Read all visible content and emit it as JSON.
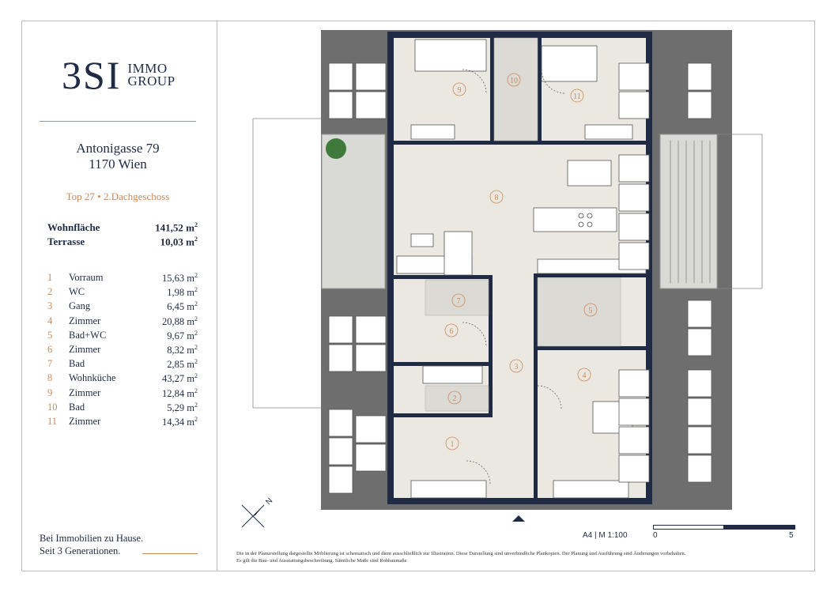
{
  "logo": {
    "main": "3SI",
    "sub_line1": "IMMO",
    "sub_line2": "GROUP"
  },
  "address": {
    "street": "Antonigasse 79",
    "city": "1170 Wien"
  },
  "unit": "Top 27 • 2.Dachgeschoss",
  "areas": [
    {
      "label": "Wohnfläche",
      "value": "141,52 m",
      "unit_sup": "2"
    },
    {
      "label": "Terrasse",
      "value": "10,03 m",
      "unit_sup": "2"
    }
  ],
  "rooms": [
    {
      "no": "1",
      "name": "Vorraum",
      "area": "15,63 m"
    },
    {
      "no": "2",
      "name": "WC",
      "area": "1,98 m"
    },
    {
      "no": "3",
      "name": "Gang",
      "area": "6,45 m"
    },
    {
      "no": "4",
      "name": "Zimmer",
      "area": "20,88 m"
    },
    {
      "no": "5",
      "name": "Bad+WC",
      "area": "9,67 m"
    },
    {
      "no": "6",
      "name": "Zimmer",
      "area": "8,32 m"
    },
    {
      "no": "7",
      "name": "Bad",
      "area": "2,85 m"
    },
    {
      "no": "8",
      "name": "Wohnküche",
      "area": "43,27 m"
    },
    {
      "no": "9",
      "name": "Zimmer",
      "area": "12,84 m"
    },
    {
      "no": "10",
      "name": "Bad",
      "area": "5,29 m"
    },
    {
      "no": "11",
      "name": "Zimmer",
      "area": "14,34 m"
    }
  ],
  "sup2": "2",
  "slogan": {
    "line1": "Bei Immobilien zu Hause.",
    "line2": "Seit 3 Generationen."
  },
  "scale": {
    "label": "A4 | M 1:100",
    "start": "0",
    "end": "5"
  },
  "compass": "N",
  "disclaimer": {
    "line1": "Die in der Planurstellung dargestellte Möblierung ist schematisch und dient ausschließlich zur Illustration. Diese Darstellung sind unverbindliche Plankopien. Der Planung und Ausführung sind Änderungen vorbehalten.",
    "line2": "Es gilt die Bau- und Ausstattungsbeschreibung. Sämtliche Maße sind Rohbaumaße"
  },
  "colors": {
    "navy": "#1f2a44",
    "accent": "#c98a5b",
    "floor": "#e9e6df",
    "roof": "#6e6e6e"
  }
}
